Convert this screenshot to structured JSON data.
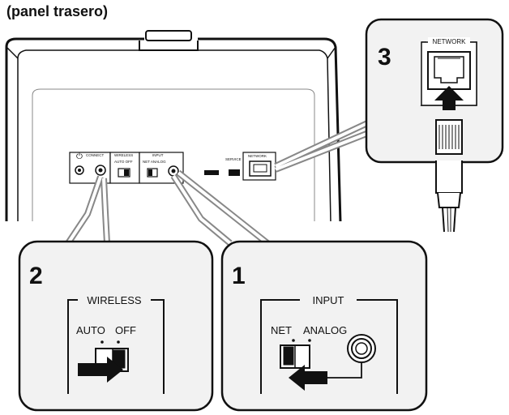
{
  "caption": "(panel trasero)",
  "colors": {
    "ink": "#111111",
    "panel": "#f2f2f2",
    "device": "#ffffff",
    "shade": "#cfcfcf"
  },
  "device_labels": {
    "power": "⏻",
    "connect": "CONNECT",
    "wireless": "WIRELESS",
    "auto_off": "AUTO OFF",
    "input": "INPUT",
    "net_analog": "NET ANALOG",
    "service": "SERVICE",
    "network": "NETWORK"
  },
  "callout_network": {
    "number": "3",
    "port_label": "NETWORK"
  },
  "callout_wireless": {
    "number": "2",
    "group_label": "WIRELESS",
    "opt_auto": "AUTO",
    "opt_off": "OFF"
  },
  "callout_input": {
    "number": "1",
    "group_label": "INPUT",
    "opt_net": "NET",
    "opt_analog": "ANALOG"
  }
}
